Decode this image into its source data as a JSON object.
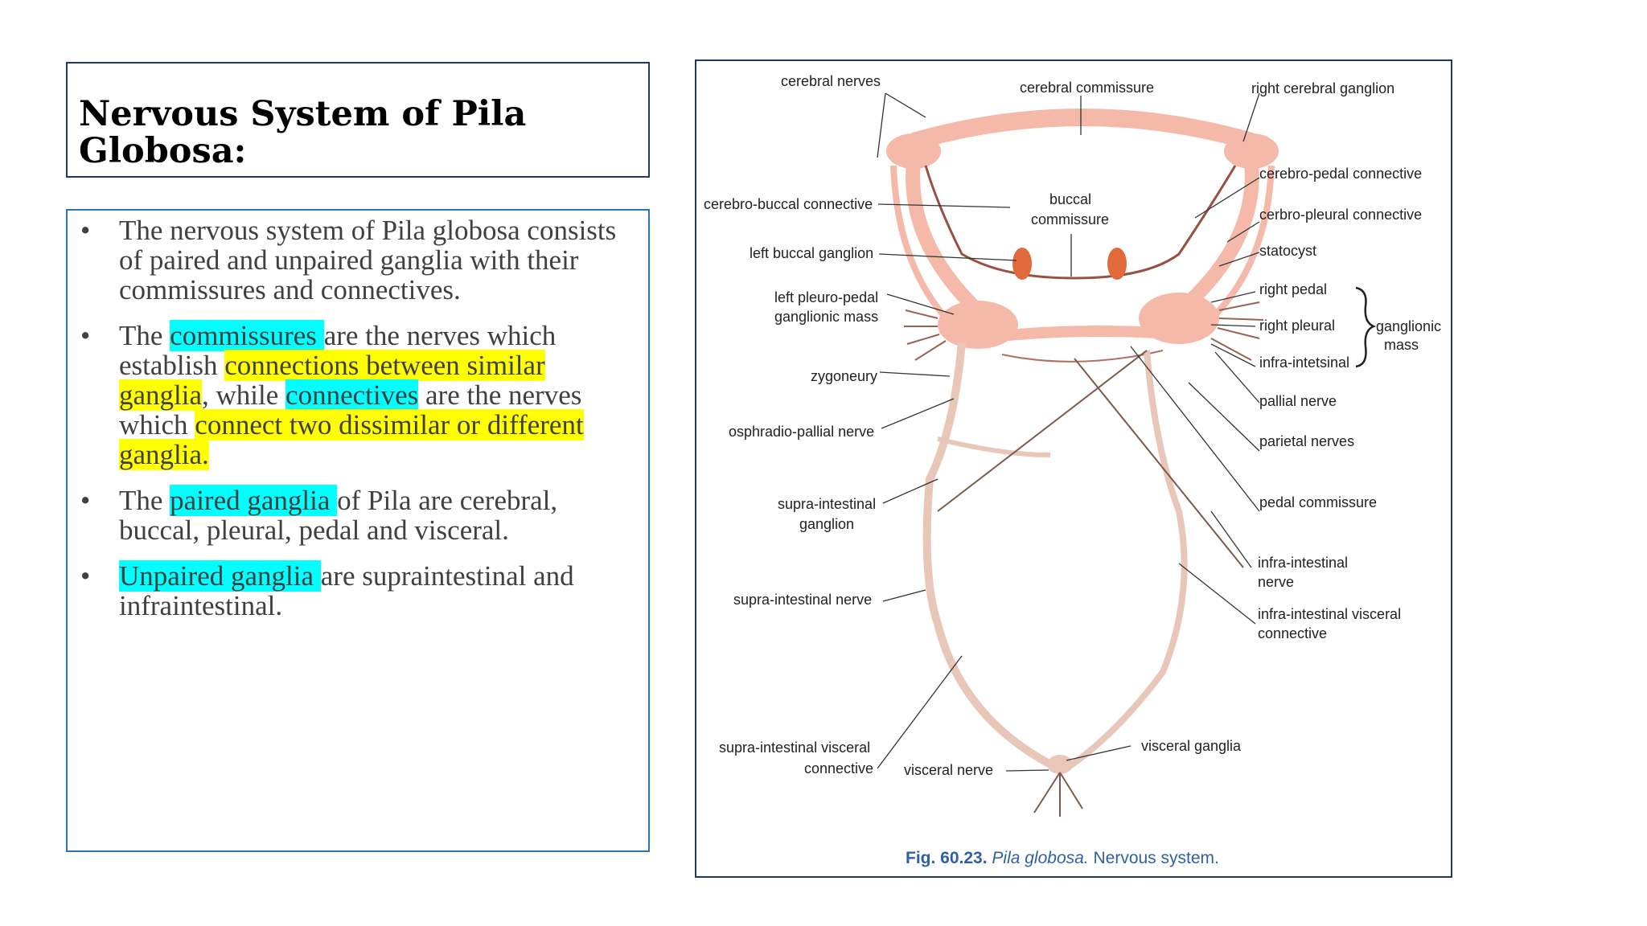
{
  "title": {
    "line1": "Nervous System of Pila",
    "line2": "Globosa:"
  },
  "bullets": {
    "b1": "The nervous system of Pila globosa consists of paired and unpaired ganglia with their commissures and connectives.",
    "b2": {
      "t1": "The ",
      "h1": "commissures ",
      "t2": "are the nerves which establish ",
      "h2": "connections between similar ganglia",
      "t3": ", while ",
      "h3": "connectives",
      "t4": " are the nerves which ",
      "h4": "connect two dissimilar or different ganglia."
    },
    "b3": {
      "t1": "The ",
      "h1": "paired ganglia ",
      "t2": "of Pila are cerebral, buccal, pleural, pedal and visceral."
    },
    "b4": {
      "h1": "Unpaired ganglia ",
      "t1": "are supraintestinal and infraintestinal."
    }
  },
  "figure": {
    "labels": {
      "cerebral_nerves": "cerebral nerves",
      "cerebral_commissure": "cerebral commissure",
      "right_cerebral_ganglion": "right cerebral ganglion",
      "cerebro_pedal_connective": "cerebro-pedal  connective",
      "cerbro_pleural_connective": "cerbro-pleural connective",
      "statocyst": "statocyst",
      "right_pedal": "right pedal",
      "right_pleural": "right pleural",
      "infra_intetsinal": "infra-intetsinal",
      "ganglionic": "ganglionic",
      "mass": "mass",
      "pallial_nerve": "pallial nerve",
      "parietal_nerves": "parietal nerves",
      "pedal_commissure": "pedal commissure",
      "infra_intestinal_1": "infra-intestinal",
      "infra_intestinal_2": "nerve",
      "infra_visceral_1": "infra-intestinal visceral",
      "infra_visceral_2": "connective",
      "visceral_ganglia": "visceral ganglia",
      "cerebro_buccal_connective": "cerebro-buccal connective",
      "buccal_1": "buccal",
      "buccal_2": "commissure",
      "left_buccal_ganglion": "left buccal ganglion",
      "left_pleuro_1": "left pleuro-pedal",
      "left_pleuro_2": "ganglionic mass",
      "zygoneury": "zygoneury",
      "osphradio_pallial_nerve": "osphradio-pallial nerve",
      "supra_ganglion_1": "supra-intestinal",
      "supra_ganglion_2": "ganglion",
      "supra_nerve": "supra-intestinal nerve",
      "supra_visceral_1": "supra-intestinal visceral",
      "supra_visceral_2": "connective",
      "visceral_nerve": "visceral nerve"
    },
    "caption": {
      "fig": "Fig. 60.23.",
      "species": "Pila globosa.",
      "rest": "Nervous system."
    },
    "colors": {
      "ganglia": "#f4b9a8",
      "nerve": "#e8c7b8",
      "buccal": "#e06a3a",
      "caption": "#2f5fa8"
    }
  }
}
